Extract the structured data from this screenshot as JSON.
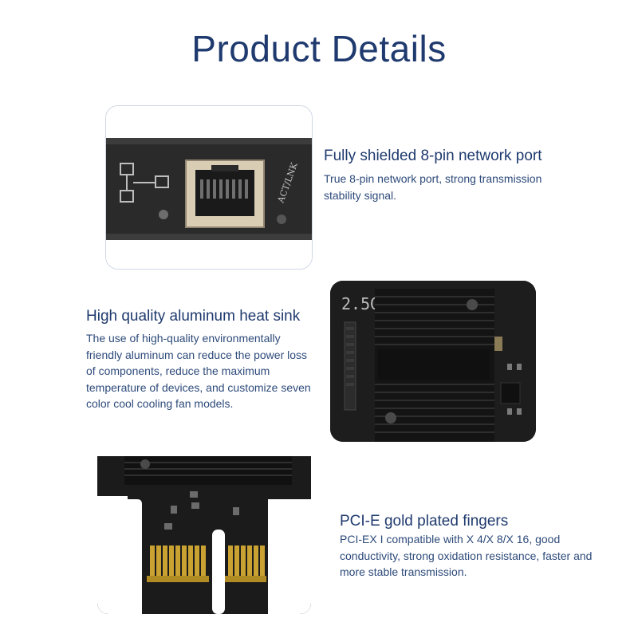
{
  "page": {
    "title": "Product Details"
  },
  "features": [
    {
      "heading": "Fully shielded 8-pin network port",
      "description": "True 8-pin network port, strong transmission stability signal."
    },
    {
      "heading": "High quality aluminum heat sink",
      "description": "The use of high-quality environmentally friendly aluminum can reduce the power loss of components, reduce the maximum temperature of devices, and customize seven color cool cooling fan models."
    },
    {
      "heading": "PCI-E gold plated fingers",
      "description": "PCI-EX I compatible with X 4/X 8/X 16, good conductivity, strong oxidation resistance, faster and more stable transmission."
    }
  ],
  "photo_labels": {
    "port_label": "ACT/LNK",
    "board_label": "2.5G"
  },
  "colors": {
    "title": "#1f3a6e",
    "text": "#2d4a7a",
    "board": "#1b1b1b",
    "gold": "#c9a232"
  }
}
